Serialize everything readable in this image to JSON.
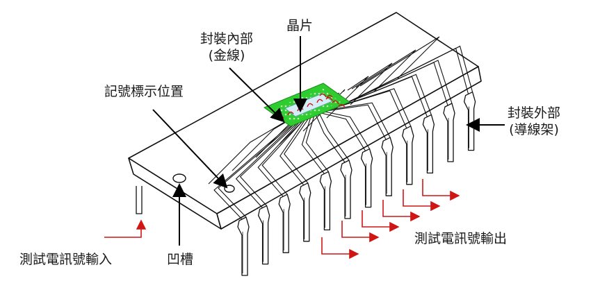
{
  "labels": {
    "chip": "晶片",
    "package_inner": "封裝內部",
    "package_inner_sub": "(金線)",
    "marker": "記號標示位置",
    "package_outer": "封裝外部",
    "package_outer_sub": "(導線架)",
    "signal_in": "測試電訊號輸入",
    "notch": "凹槽",
    "signal_out": "測試電訊號輸出"
  },
  "colors": {
    "outline": "#111111",
    "trace": "#111111",
    "die_green": "#2ecc2e",
    "die_core": "#cfe8f5",
    "bond_wire": "#cc1111",
    "signal_arrow": "#d01515",
    "pointer": "#000000"
  },
  "pins": {
    "front_row_count": 12,
    "back_row_count": 12
  }
}
